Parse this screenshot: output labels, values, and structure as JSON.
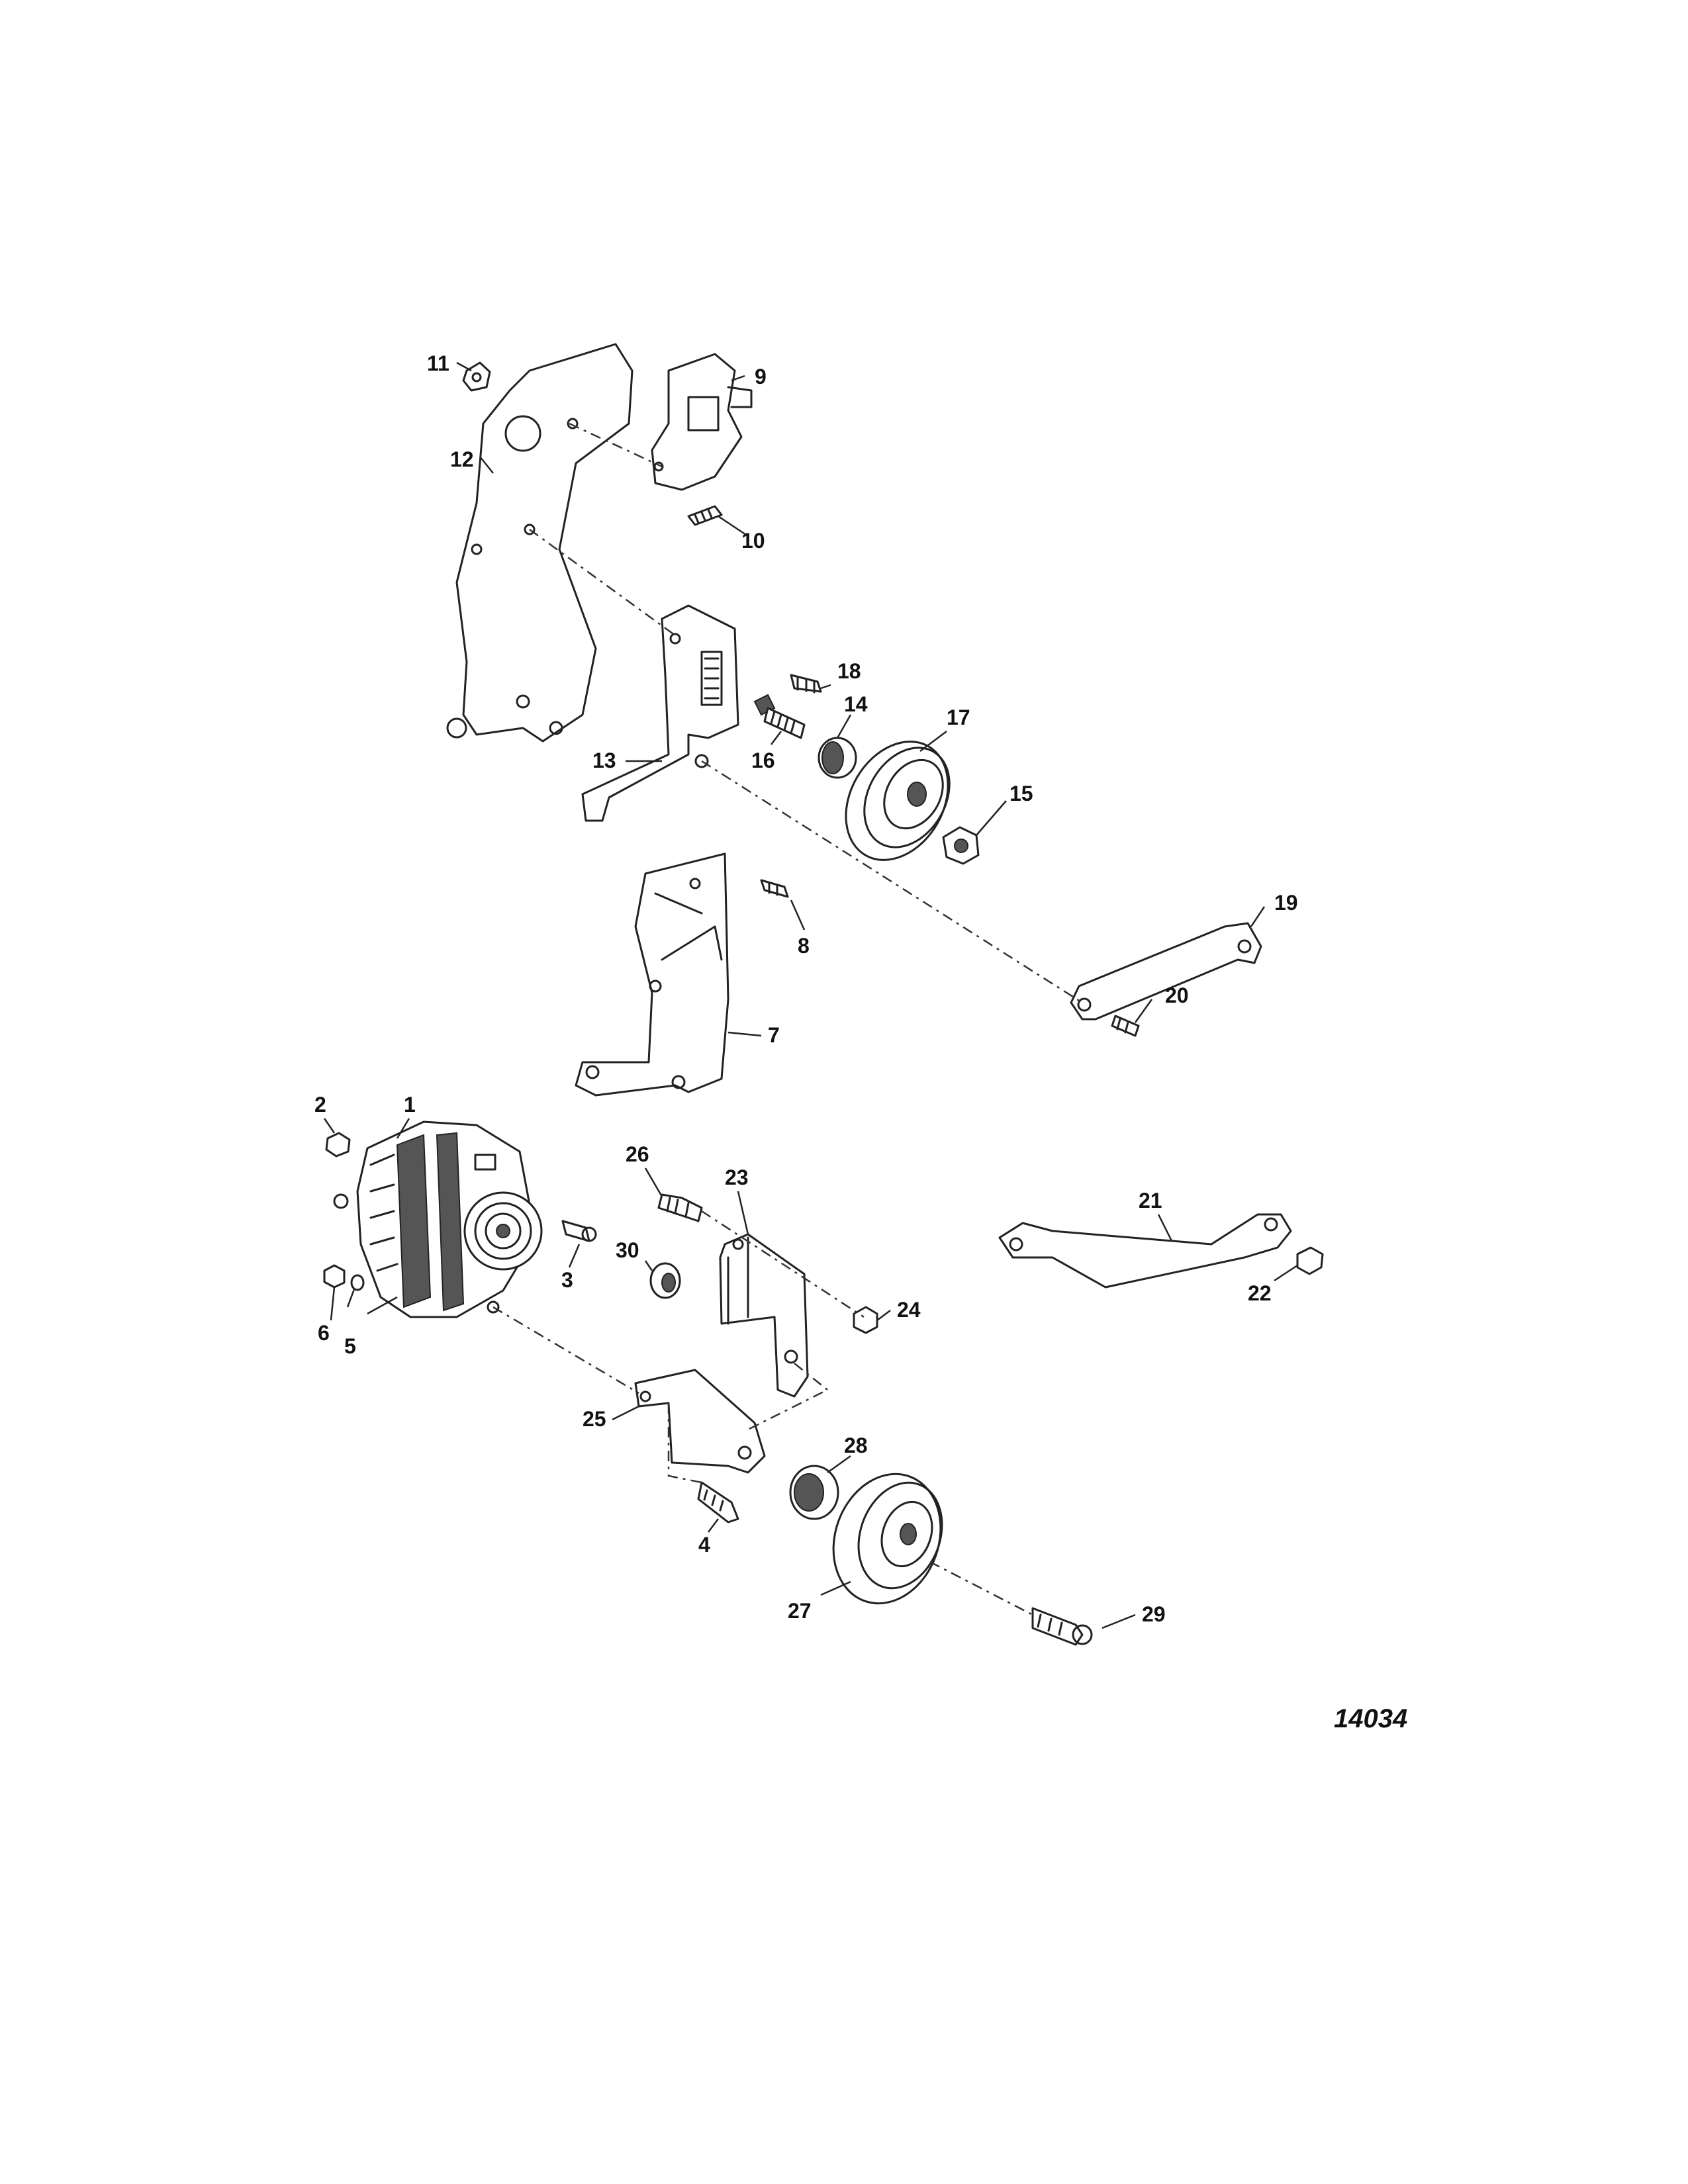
{
  "figure_number": "14034",
  "callouts": {
    "c1": "1",
    "c2": "2",
    "c3": "3",
    "c4": "4",
    "c5": "5",
    "c6": "6",
    "c7": "7",
    "c8": "8",
    "c9": "9",
    "c10": "10",
    "c11": "11",
    "c12": "12",
    "c13": "13",
    "c14": "14",
    "c15": "15",
    "c16": "16",
    "c17": "17",
    "c18": "18",
    "c19": "19",
    "c20": "20",
    "c21": "21",
    "c22": "22",
    "c23": "23",
    "c24": "24",
    "c25": "25",
    "c26": "26",
    "c27": "27",
    "c28": "28",
    "c29": "29",
    "c30": "30"
  }
}
